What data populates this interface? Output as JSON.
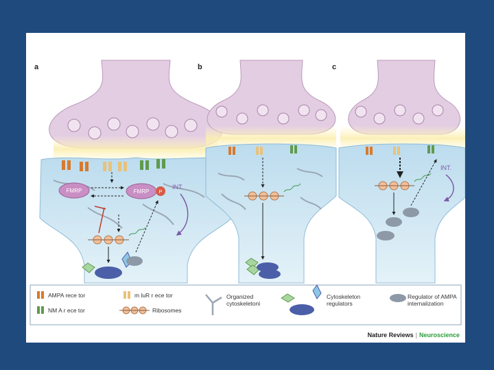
{
  "panels": [
    {
      "label": "a",
      "fmrp_left": "FMRP",
      "fmrp_right": "FMRP",
      "phospho": "P",
      "int_label": "INT."
    },
    {
      "label": "b"
    },
    {
      "label": "c",
      "int_label": "INT."
    }
  ],
  "legend": {
    "ampa": "AMPA rece tor",
    "nmda": "NM A r ece tor",
    "mglur": "m luR r ece tor",
    "ribosomes": "Ribosomes",
    "cytoskeleton": "Organized cytoskeletoni",
    "cyto_regulators": "Cytoskeleton regulators",
    "ampa_regulator": "Regulator of AMPA internalization"
  },
  "footer": {
    "brand": "Nature Reviews",
    "separator": "|",
    "journal": "Neuroscience"
  },
  "colors": {
    "background": "#1f4a7e",
    "presynaptic": "#e3cde3",
    "postsynaptic": "#cfe6f2",
    "ampa": "#d77a2e",
    "nmda": "#5f9a4e",
    "mglur": "#e8c27a",
    "ribosome": "#f1c09a",
    "fmrp": "#c98ec4",
    "regulator": "#8d99a6",
    "cyto_reg_blue": "#4a5fa8",
    "cyto_reg_green": "#a8d6a0",
    "journal_green": "#2a9d3a"
  }
}
